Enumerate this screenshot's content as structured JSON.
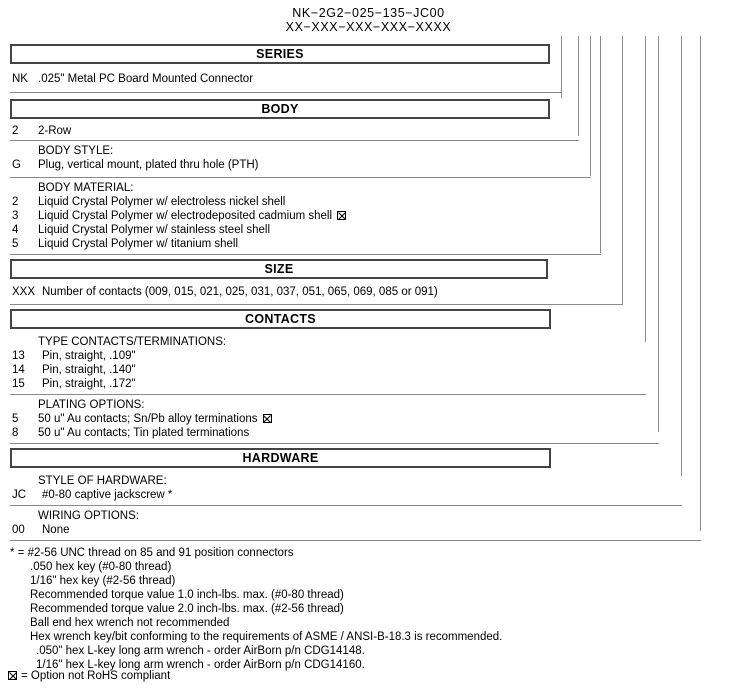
{
  "part_number": {
    "example": "NK−2G2−025−135−JC00",
    "mask": "XX−XXX−XXX−XXX−XXXX"
  },
  "sections": {
    "series": {
      "title": "SERIES",
      "rows": [
        {
          "code": "NK",
          "desc": ".025\" Metal PC Board Mounted Connector"
        }
      ]
    },
    "body": {
      "title": "BODY",
      "rows": [
        {
          "code": "2",
          "desc": "2-Row"
        }
      ],
      "body_style": {
        "label": "BODY STYLE:",
        "rows": [
          {
            "code": "G",
            "desc": "Plug, vertical mount, plated thru hole (PTH)"
          }
        ]
      },
      "body_material": {
        "label": "BODY MATERIAL:",
        "rows": [
          {
            "code": "2",
            "desc": "Liquid Crystal Polymer w/ electroless nickel shell",
            "rohs": false
          },
          {
            "code": "3",
            "desc": "Liquid Crystal Polymer w/ electrodeposited cadmium shell",
            "rohs": true
          },
          {
            "code": "4",
            "desc": "Liquid Crystal Polymer w/ stainless steel shell",
            "rohs": false
          },
          {
            "code": "5",
            "desc": "Liquid Crystal Polymer w/ titanium shell",
            "rohs": false
          }
        ]
      }
    },
    "size": {
      "title": "SIZE",
      "rows": [
        {
          "code": "XXX",
          "desc": "Number of contacts (009, 015, 021, 025, 031, 037, 051, 065, 069, 085 or 091)"
        }
      ]
    },
    "contacts": {
      "title": "CONTACTS",
      "type_terminations": {
        "label": "TYPE CONTACTS/TERMINATIONS:",
        "rows": [
          {
            "code": "13",
            "desc": "Pin, straight, .109\""
          },
          {
            "code": "14",
            "desc": "Pin, straight, .140\""
          },
          {
            "code": "15",
            "desc": "Pin, straight, .172\""
          }
        ]
      },
      "plating_options": {
        "label": "PLATING OPTIONS:",
        "rows": [
          {
            "code": "5",
            "desc": "50 u\" Au contacts; Sn/Pb alloy terminations",
            "rohs": true
          },
          {
            "code": "8",
            "desc": "50 u\" Au contacts; Tin plated terminations",
            "rohs": false
          }
        ]
      }
    },
    "hardware": {
      "title": "HARDWARE",
      "style_of_hardware": {
        "label": "STYLE OF HARDWARE:",
        "rows": [
          {
            "code": "JC",
            "desc": "#0-80 captive jackscrew *"
          }
        ]
      },
      "wiring_options": {
        "label": "WIRING OPTIONS:",
        "rows": [
          {
            "code": "00",
            "desc": "None"
          }
        ]
      }
    }
  },
  "footnotes": [
    "* = #2-56 UNC thread on 85 and 91 position connectors",
    ".050 hex key (#0-80 thread)",
    "1/16\" hex key (#2-56 thread)",
    "Recommended torque value 1.0 inch-lbs. max. (#0-80 thread)",
    "Recommended torque value 2.0 inch-lbs. max. (#2-56 thread)",
    "Ball end hex wrench not recommended",
    "Hex wrench key/bit conforming to the requirements of ASME / ANSI-B-18.3 is recommended.",
    ".050\" hex L-key long arm wrench - order AirBorn p/n CDG14148.",
    "1/16\" hex L-key long arm wrench - order AirBorn p/n CDG14160."
  ],
  "legend": {
    "text": "= Option not RoHS compliant"
  }
}
